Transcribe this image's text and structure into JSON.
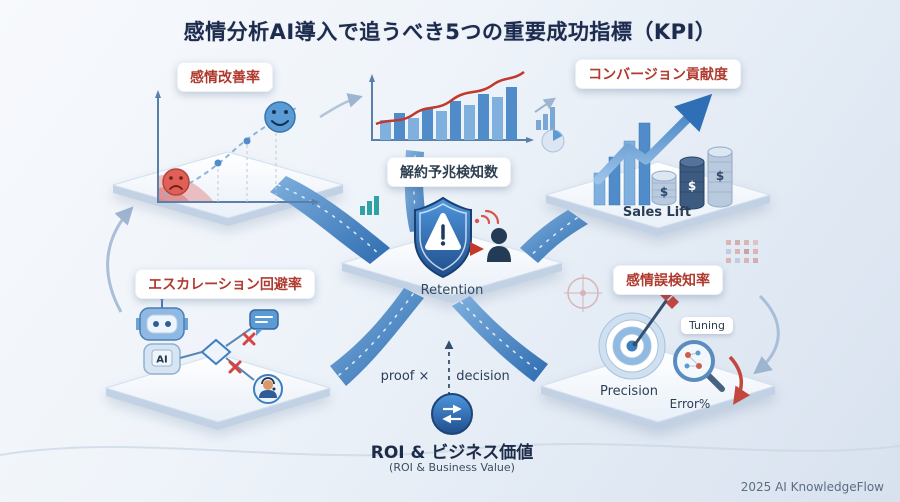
{
  "title": "感情分析AI導入で追うべき5つの重要成功指標（KPI）",
  "kpis": [
    {
      "id": "emotion-improvement-rate",
      "label": "感情改善率"
    },
    {
      "id": "conversion-contribution",
      "label": "コンバージョン貢献度",
      "caption": "Sales Lift"
    },
    {
      "id": "churn-sign-detections",
      "label": "解約予兆検知数",
      "caption": "Retention"
    },
    {
      "id": "escalation-avoidance-rate",
      "label": "エスカレーション回避率"
    },
    {
      "id": "emotion-misdetection-rate",
      "label": "感情誤検知率",
      "caption_precision": "Precision",
      "caption_tuning": "Tuning",
      "caption_error": "Error%"
    }
  ],
  "roi_hub": {
    "proof_label": "proof ×",
    "decision_label": "decision",
    "title_jp": "ROI & ビジネス価値",
    "title_en": "(ROI & Business Value)"
  },
  "robot": {
    "badge": "AI"
  },
  "symbols": {
    "dollar": "$"
  },
  "footer": {
    "credit": "2025 AI KnowledgeFlow"
  },
  "colors": {
    "accent_blue": "#2f6fb5",
    "accent_red": "#c0392b",
    "navy": "#1f2d46",
    "ribbon": "#3f7fc1"
  }
}
